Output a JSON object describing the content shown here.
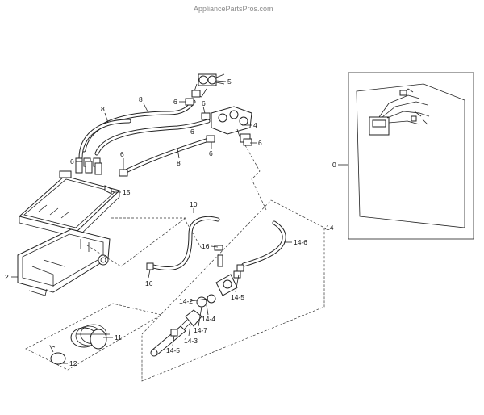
{
  "watermark": "AppliancePartsPros.com",
  "callouts": [
    {
      "id": "c-5",
      "text": "5"
    },
    {
      "id": "c-8a",
      "text": "8"
    },
    {
      "id": "c-8b",
      "text": "8"
    },
    {
      "id": "c-8c",
      "text": "8"
    },
    {
      "id": "c-6a",
      "text": "6"
    },
    {
      "id": "c-6b",
      "text": "6"
    },
    {
      "id": "c-6c",
      "text": "6"
    },
    {
      "id": "c-6d",
      "text": "6"
    },
    {
      "id": "c-6e",
      "text": "6"
    },
    {
      "id": "c-6f",
      "text": "6"
    },
    {
      "id": "c-6g",
      "text": "6"
    },
    {
      "id": "c-4",
      "text": "4"
    },
    {
      "id": "c-15",
      "text": "15"
    },
    {
      "id": "c-10",
      "text": "10"
    },
    {
      "id": "c-14",
      "text": "14"
    },
    {
      "id": "c-14-6",
      "text": "14-6"
    },
    {
      "id": "c-16a",
      "text": "16"
    },
    {
      "id": "c-16b",
      "text": "16"
    },
    {
      "id": "c-14-5a",
      "text": "14-5"
    },
    {
      "id": "c-14-2",
      "text": "14-2"
    },
    {
      "id": "c-14-4",
      "text": "14-4"
    },
    {
      "id": "c-14-7",
      "text": "14-7"
    },
    {
      "id": "c-14-3",
      "text": "14-3"
    },
    {
      "id": "c-14-5b",
      "text": "14-5"
    },
    {
      "id": "c-2",
      "text": "2"
    },
    {
      "id": "c-11",
      "text": "11"
    },
    {
      "id": "c-12",
      "text": "12"
    },
    {
      "id": "c-0",
      "text": "0"
    }
  ]
}
